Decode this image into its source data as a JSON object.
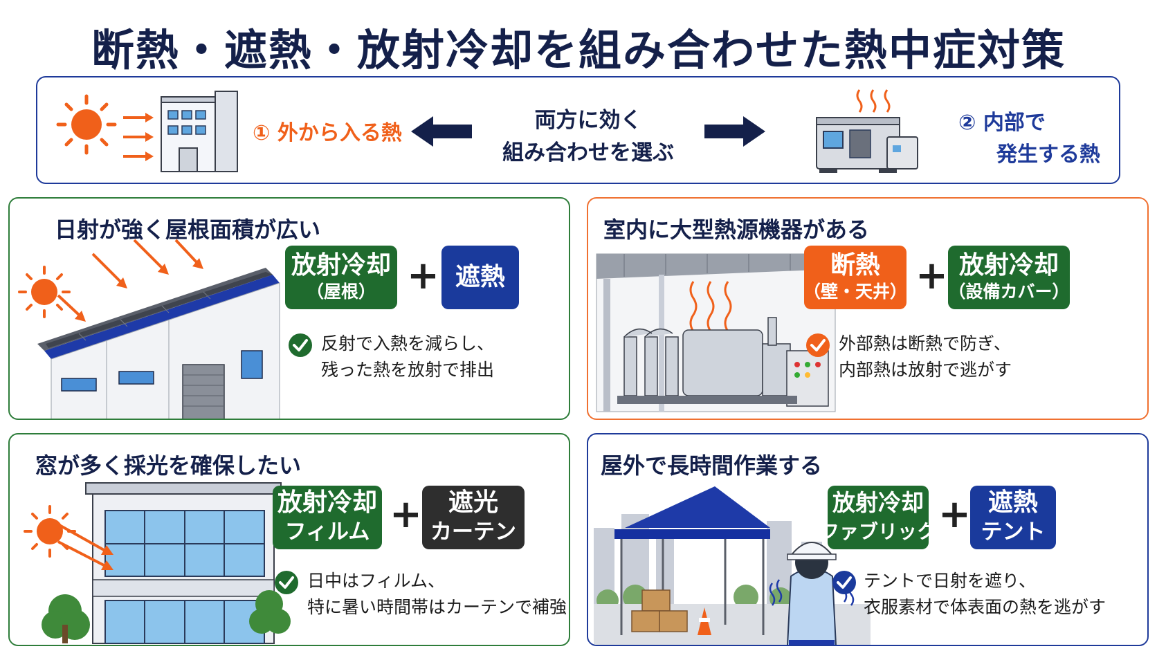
{
  "title": "断熱・遮熱・放射冷却を組み合わせた熱中症対策",
  "header": {
    "left_label": "① 外から入る熱",
    "center_line1": "両方に効く",
    "center_line2": "組み合わせを選ぶ",
    "right_line1": "② 内部で",
    "right_line2": "発生する熱"
  },
  "cards": [
    {
      "title": "日射が強く屋根面積が広い",
      "badges": [
        {
          "main": "放射冷却",
          "sub": "（屋根）",
          "color": "#1f6b2e"
        },
        {
          "main": "遮熱",
          "sub": "",
          "color": "#1a3a9c"
        }
      ],
      "note_line1": "反射で入熱を減らし、",
      "note_line2": "残った熱を放射で排出",
      "border": "#2e7d3a"
    },
    {
      "title": "室内に大型熱源機器がある",
      "badges": [
        {
          "main": "断熱",
          "sub": "（壁・天井）",
          "color": "#f0601a"
        },
        {
          "main": "放射冷却",
          "sub": "（設備カバー）",
          "color": "#1f6b2e"
        }
      ],
      "note_line1": "外部熱は断熱で防ぎ、",
      "note_line2": "内部熱は放射で逃がす",
      "border": "#f07030"
    },
    {
      "title": "窓が多く採光を確保したい",
      "badges": [
        {
          "main": "放射冷却",
          "sub": "フィルム",
          "color": "#1f6b2e"
        },
        {
          "main": "遮光",
          "sub": "カーテン",
          "color": "#2e2e2e"
        }
      ],
      "note_line1": "日中はフィルム、",
      "note_line2": "特に暑い時間帯はカーテンで補強",
      "border": "#2e7d3a"
    },
    {
      "title": "屋外で長時間作業する",
      "badges": [
        {
          "main": "放射冷却",
          "sub": "ファブリック",
          "color": "#1f6b2e"
        },
        {
          "main": "遮熱",
          "sub": "テント",
          "color": "#1a3a9c"
        }
      ],
      "note_line1": "テントで日射を遮り、",
      "note_line2": "衣服素材で体表面の熱を逃がす",
      "border": "#1e3a9a"
    }
  ],
  "plus_sign": "+",
  "colors": {
    "navy": "#14204a",
    "orange": "#f0601a",
    "green": "#1f6b2e",
    "blue": "#1a3a9c"
  }
}
